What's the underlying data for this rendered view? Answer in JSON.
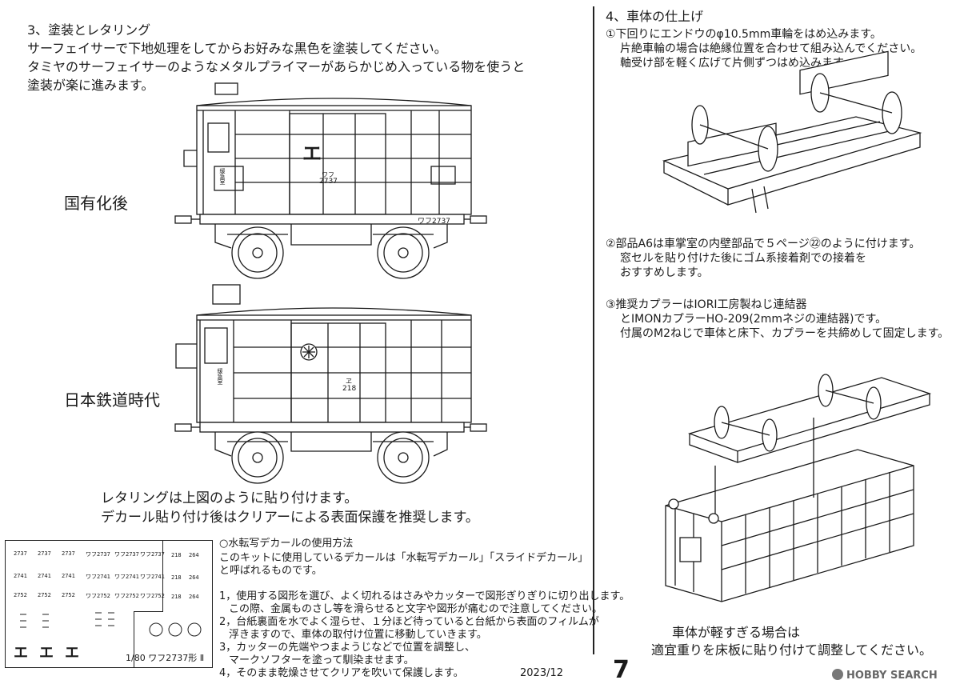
{
  "section3": {
    "heading": "3、塗装とレタリング",
    "line1": "サーフェイサーで下地処理をしてからお好みな黒色を塗装してください。",
    "line2": "タミヤのサーフェイサーのようなメタルプライマーがあらかじめ入っている物を使うと",
    "line3": "塗装が楽に進みます。",
    "label_national": "国有化後",
    "label_nippon": "日本鉄道時代",
    "car1_kanji": "エ",
    "car1_number": "2737",
    "car1_class": "ワフ",
    "car1_frame": "ワフ2737",
    "car1_room": "緩急室",
    "car2_number": "218",
    "car2_kana": "ヱ",
    "car2_room": "緩急室",
    "lettering1": "レタリングは上図のように貼り付けます。",
    "lettering2": "デカール貼り付け後はクリアーによる表面保護を推奨します。"
  },
  "decal_sheet": {
    "rows": [
      [
        "2737",
        "2737",
        "2737",
        "ワフ2737",
        "ワフ2737",
        "ワフ2737"
      ],
      [
        "2741",
        "2741",
        "2741",
        "ワフ2741",
        "ワフ2741",
        "ワフ2741"
      ],
      [
        "2752",
        "2752",
        "2752",
        "ワフ2752",
        "ワフ2752",
        "ワフ2752"
      ]
    ],
    "side": [
      "218",
      "264",
      "218",
      "264",
      "218",
      "264"
    ],
    "kanji": [
      "エ",
      "エ",
      "エ"
    ],
    "caption": "1/80 ワフ2737形 Ⅱ"
  },
  "water_decal": {
    "heading": "○水転写デカールの使用方法",
    "intro1": "このキットに使用しているデカールは「水転写デカール」「スライドデカール」",
    "intro2": "と呼ばれるものです。",
    "step1a": "1，使用する図形を選び、よく切れるはさみやカッターで図形ぎりぎりに切り出します。",
    "step1b": "この際、金属ものさし等を滑らせると文字や図形が痛むので注意してください。",
    "step2a": "2，台紙裏面を水でよく湿らせ、１分ほど待っていると台紙から表面のフィルムが",
    "step2b": "浮きますので、車体の取付け位置に移動していきます。",
    "step3a": "3，カッターの先端やつまようじなどで位置を調整し、",
    "step3b": "マークソフターを塗って馴染ませます。",
    "step4": "4，そのまま乾燥させてクリアを吹いて保護します。",
    "date": "2023/12"
  },
  "page_number": "7",
  "section4": {
    "heading": "4、車体の仕上げ",
    "s1a": "①下回りにエンドウのφ10.5mm車輪をはめ込みます。",
    "s1b": "片絶車輪の場合は絶縁位置を合わせて組み込んでください。",
    "s1c": "軸受け部を軽く広げて片側ずつはめ込みます。",
    "s2a": "②部品A6は車掌室の内壁部品で５ページ㉒のように付けます。",
    "s2b": "窓セルを貼り付けた後にゴム系接着剤での接着を",
    "s2c": "おすすめします。",
    "s3a": "③推奨カプラーはIORI工房製ねじ連結器",
    "s3b": "とIMONカプラーHO-209(2mmネジの連結器)です。",
    "s3c": "付属のM2ねじで車体と床下、カプラーを共締めして固定します。",
    "weight1": "車体が軽すぎる場合は",
    "weight2": "適宜重りを床板に貼り付けて調整してください。"
  },
  "watermark": "HOBBY SEARCH"
}
